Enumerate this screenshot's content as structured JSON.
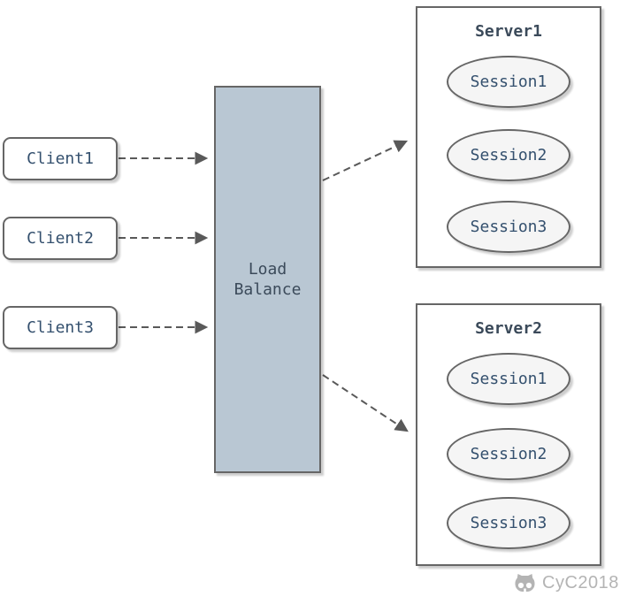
{
  "diagram": {
    "clients": [
      {
        "label": "Client1"
      },
      {
        "label": "Client2"
      },
      {
        "label": "Client3"
      }
    ],
    "load_balancer": {
      "label_lines": [
        "Load",
        "Balance"
      ]
    },
    "servers": [
      {
        "title": "Server1",
        "sessions": [
          "Session1",
          "Session2",
          "Session3"
        ]
      },
      {
        "title": "Server2",
        "sessions": [
          "Session1",
          "Session2",
          "Session3"
        ]
      }
    ],
    "arrows": [
      {
        "from": "Client1",
        "to": "Load Balance",
        "style": "dashed"
      },
      {
        "from": "Client2",
        "to": "Load Balance",
        "style": "dashed"
      },
      {
        "from": "Client3",
        "to": "Load Balance",
        "style": "dashed"
      },
      {
        "from": "Load Balance",
        "to": "Server1",
        "style": "dashed"
      },
      {
        "from": "Load Balance",
        "to": "Server2",
        "style": "dashed"
      }
    ],
    "watermark": {
      "icon": "github-octocat-icon",
      "text": "CyC2018"
    },
    "colors": {
      "border": "#666666",
      "load_balancer_fill": "#b9c7d3",
      "session_fill": "#f5f5f5",
      "box_fill": "#ffffff",
      "label_text": "#34506e",
      "title_text": "#3b4a5a",
      "arrow": "#595959",
      "watermark": "#b4b4b4"
    }
  }
}
